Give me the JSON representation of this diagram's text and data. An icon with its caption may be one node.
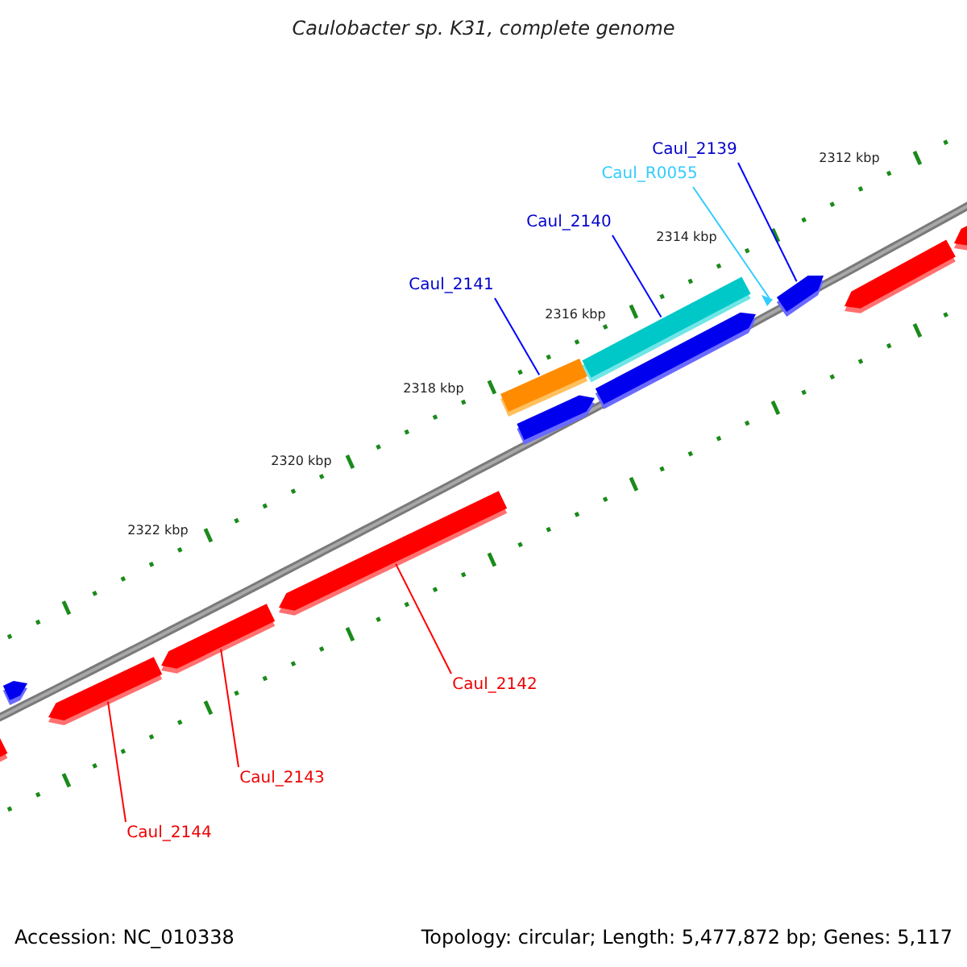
{
  "diagram": {
    "title": "Caulobacter sp. K31, complete genome",
    "nodes": [
      {
        "text": [
          "Caul_2139"
        ]
      },
      {
        "text": [
          "Caul_R0055"
        ]
      },
      {
        "text": [
          "Caul_2140"
        ]
      },
      {
        "text": [
          "Caul_2141"
        ]
      },
      {
        "text": [
          "Caul_2142"
        ]
      },
      {
        "text": [
          "Caul_2143"
        ]
      },
      {
        "text": [
          "Caul_2144"
        ]
      },
      {
        "text": [],
        "shape": "bar"
      },
      {
        "text": [],
        "shape": "bar"
      },
      {
        "text": [],
        "shape": "bar"
      },
      {
        "text": [],
        "shape": "bar"
      },
      {
        "text": [],
        "shape": "bar"
      },
      {
        "text": [],
        "shape": "bar"
      },
      {
        "text": [],
        "shape": "bar"
      },
      {
        "text": [],
        "shape": "bar"
      },
      {
        "text": [],
        "shape": "bar"
      },
      {
        "text": [],
        "shape": "triangle"
      },
      {
        "text": [],
        "shape": "bar"
      },
      {
        "text": [],
        "shape": "bar"
      },
      {
        "text": [],
        "shape": "bar"
      }
    ],
    "edges": [
      {
        "from": 0,
        "to": 17,
        "arrow": "none",
        "color": "#0000ff"
      },
      {
        "from": 1,
        "to": 16,
        "arrow": "none",
        "color": "#33ccff"
      },
      {
        "from": 2,
        "to": 14,
        "arrow": "none",
        "color": "#0000ff"
      },
      {
        "from": 3,
        "to": 12,
        "arrow": "none",
        "color": "#0000ff"
      },
      {
        "from": 4,
        "to": 11,
        "arrow": "none",
        "color": "#ff0000"
      },
      {
        "from": 5,
        "to": 10,
        "arrow": "none",
        "color": "#ff0000"
      },
      {
        "from": 6,
        "to": 9,
        "arrow": "none",
        "color": "#ff0000"
      }
    ],
    "labels": [
      "2312 kbp",
      "2314 kbp",
      "2316 kbp",
      "2318 kbp",
      "2320 kbp",
      "2322 kbp",
      "Accession: NC_010338",
      "Topology: circular; Length: 5,477,872 bp; Genes: 5,117"
    ]
  }
}
